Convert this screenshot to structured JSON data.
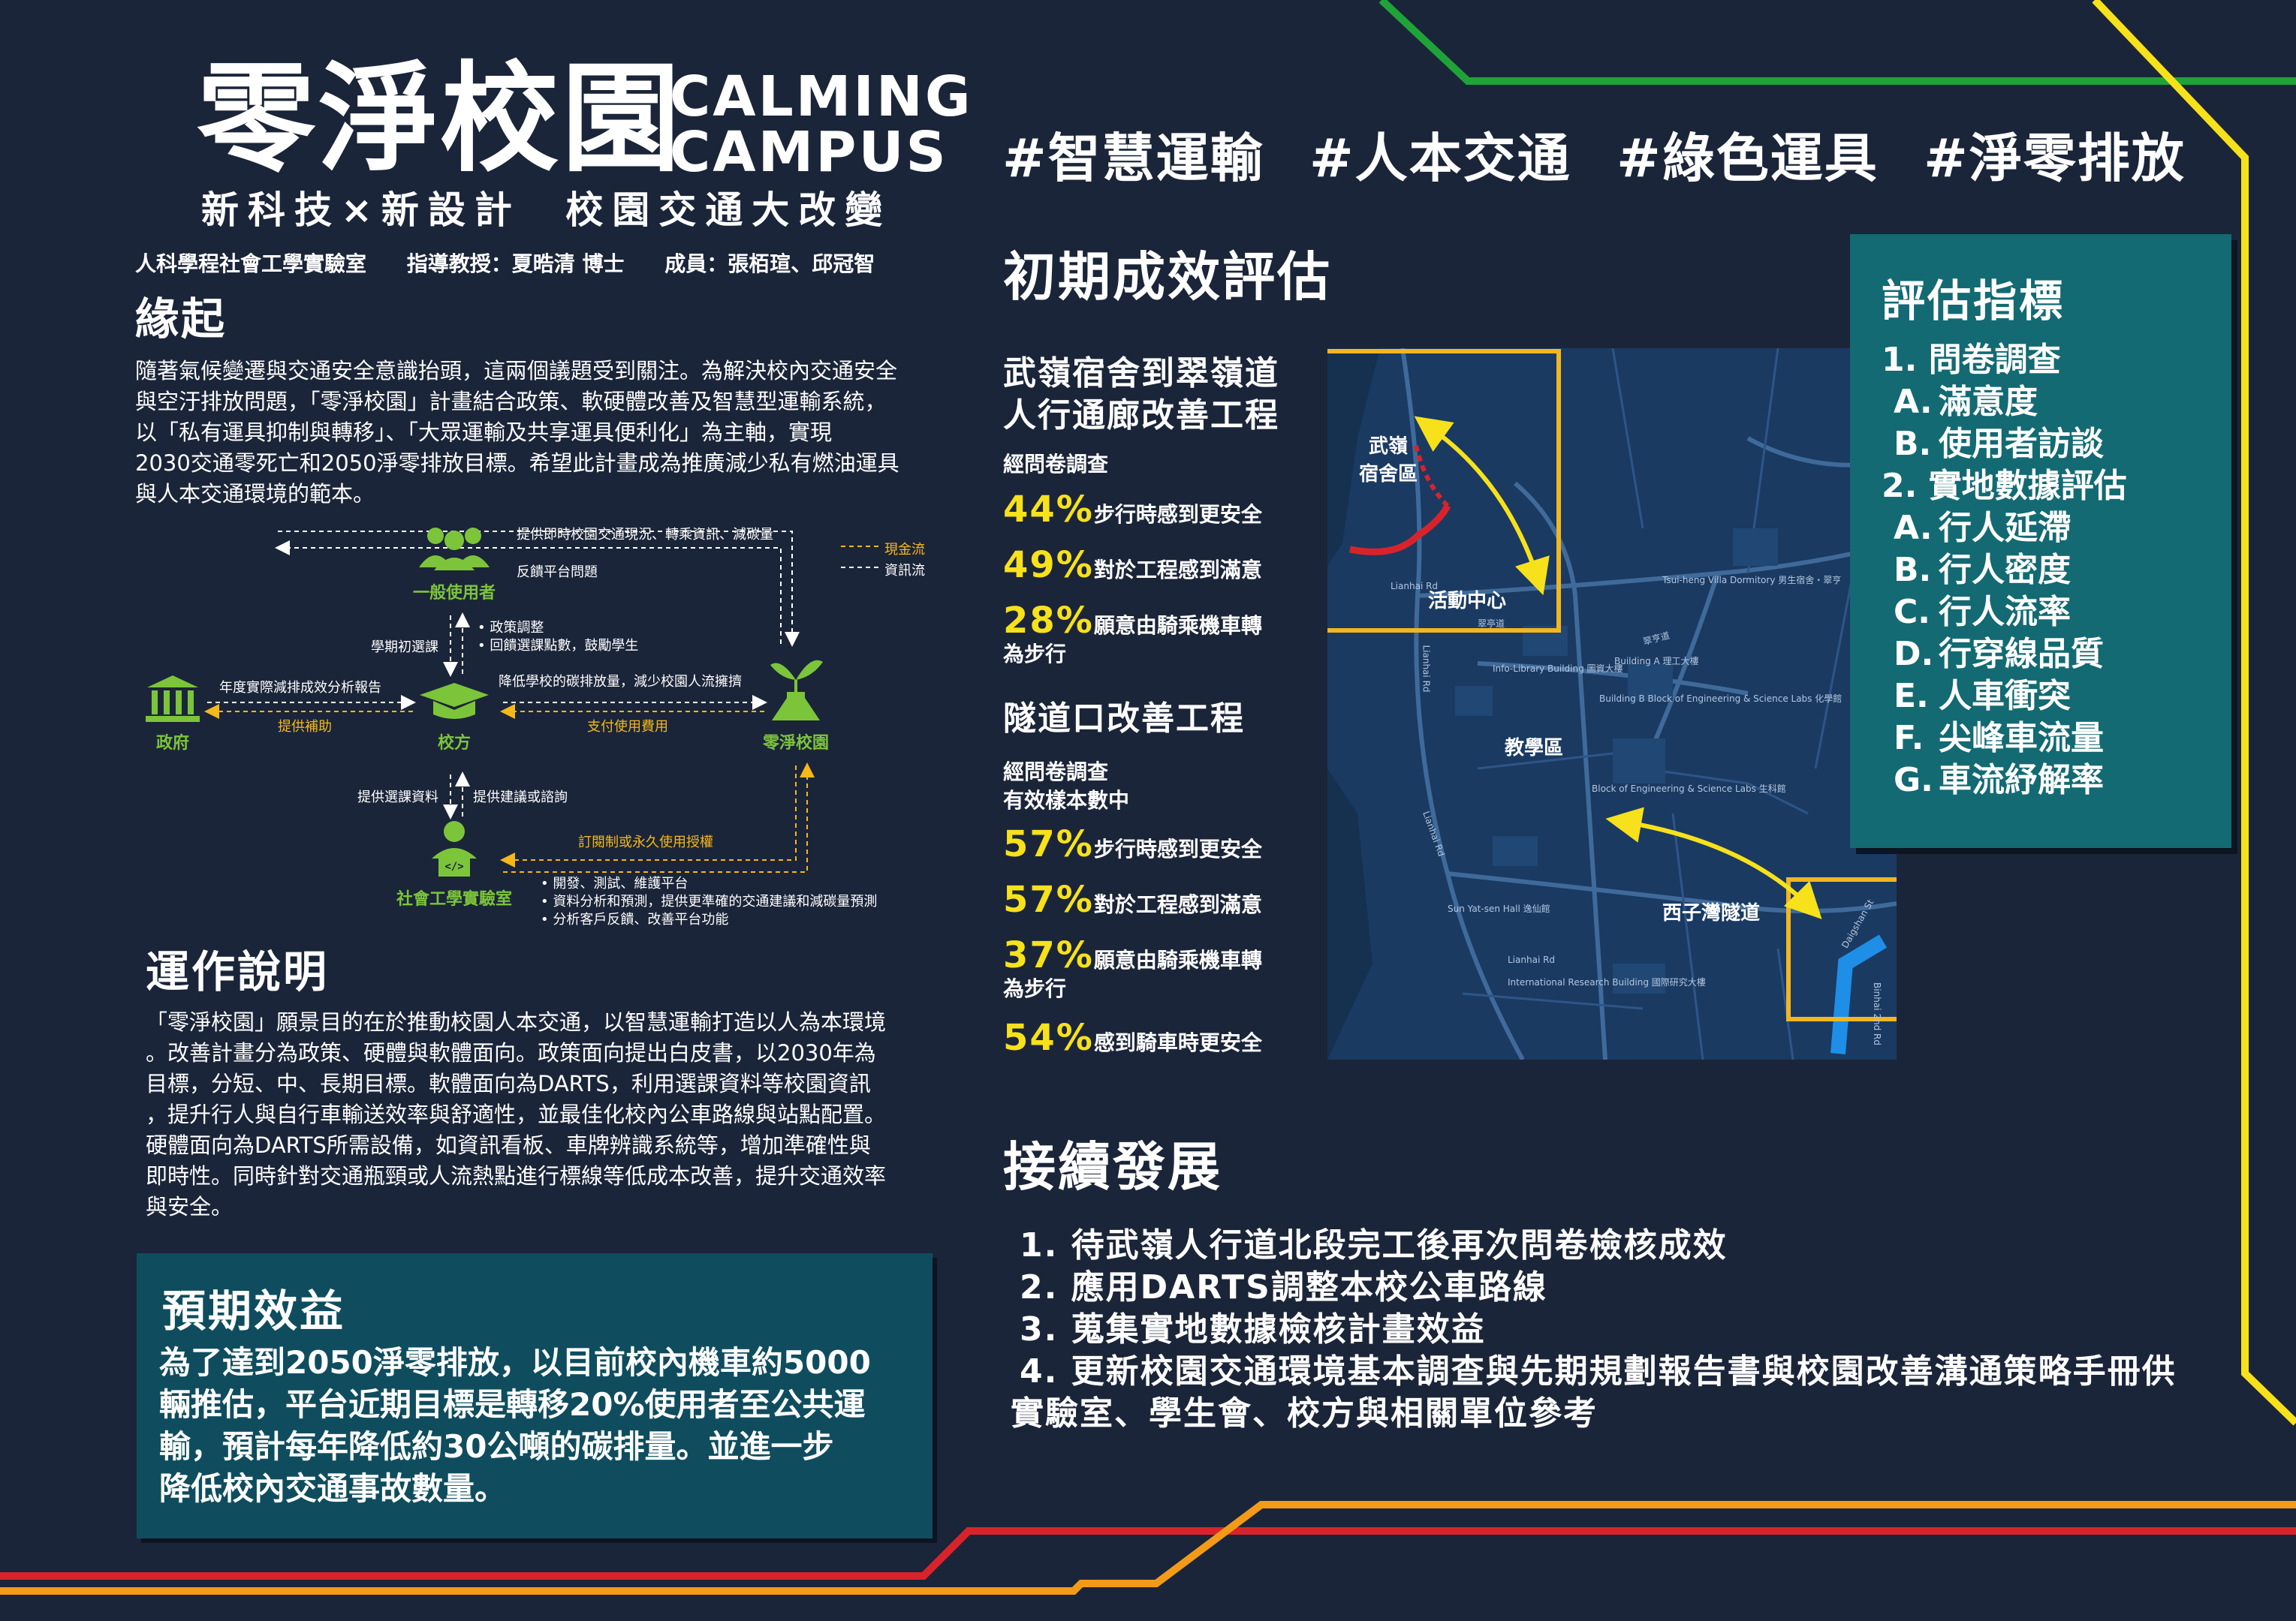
{
  "header": {
    "title_zh": "零淨校園",
    "title_en_line1": "CALMING",
    "title_en_line2": "CAMPUS",
    "subtitle": "新科技×新設計 校園交通大改變",
    "credits": [
      "人科學程社會工學實驗室",
      "指導教授：夏晧清 博士",
      "成員：張栢瑄、邱冠智"
    ],
    "hashtags": [
      "#智慧運輸",
      "#人本交通",
      "#綠色運具",
      "#淨零排放"
    ]
  },
  "origin": {
    "heading": "緣起",
    "lines": [
      "隨著氣候變遷與交通安全意識抬頭，這兩個議題受到關注。為解決校內交通安全",
      "與空汙排放問題，「零淨校園」計畫結合政策、軟硬體改善及智慧型運輸系統，",
      "以「私有運具抑制與轉移」、「大眾運輸及共享運具便利化」為主軸，實現",
      "2030交通零死亡和2050淨零排放目標。希望此計畫成為推廣減少私有燃油運具",
      "與人本交通環境的範本。"
    ]
  },
  "diagram": {
    "nodes": {
      "users": "一般使用者",
      "government": "政府",
      "school": "校方",
      "campus": "零淨校園",
      "lab": "社會工學實驗室"
    },
    "legend": {
      "money": "現金流",
      "info": "資訊流"
    },
    "labels": {
      "top_info": "提供即時校園交通現況、轉乘資訊、減碳量",
      "top_feedback": "反饋平台問題",
      "users_school_left": "學期初選課",
      "users_school_right_1": "政策調整",
      "users_school_right_2": "回饋選課點數，鼓勵學生",
      "gov_report": "年度實際減排成效分析報告",
      "gov_subsidy": "提供補助",
      "school_campus_info": "降低學校的碳排放量，減少校園人流擁擠",
      "school_campus_pay": "支付使用費用",
      "school_lab_left": "提供選課資料",
      "school_lab_right": "提供建議或諮詢",
      "campus_lab_license": "訂閱制或永久使用授權",
      "lab_tasks": [
        "開發、測試、維護平台",
        "資料分析和預測，提供更準確的交通建議和減碳量預測",
        "分析客戶反饋、改善平台功能"
      ]
    }
  },
  "operation": {
    "heading": "運作說明",
    "lines": [
      "「零淨校園」願景目的在於推動校園人本交通，以智慧運輸打造以人為本環境",
      "。改善計畫分為政策、硬體與軟體面向。政策面向提出白皮書，以2030年為",
      "目標，分短、中、長期目標。軟體面向為DARTS，利用選課資料等校園資訊",
      "，提升行人與自行車輸送效率與舒適性，並最佳化校內公車路線與站點配置。",
      "硬體面向為DARTS所需設備，如資訊看板、車牌辨識系統等，增加準確性與",
      "即時性。同時針對交通瓶頸或人流熱點進行標線等低成本改善，提升交通效率",
      "與安全。"
    ]
  },
  "benefit": {
    "heading": "預期效益",
    "lines": [
      "為了達到2050淨零排放，以目前校內機車約5000",
      "輛推估，平台近期目標是轉移20%使用者至公共運",
      "輸，預計每年降低約30公噸的碳排量。並進一步",
      "降低校內交通事故數量。"
    ]
  },
  "evaluation": {
    "heading": "初期成效評估",
    "project1": {
      "title_lines": [
        "武嶺宿舍到翠嶺道",
        "人行通廊改善工程"
      ],
      "note": "經問卷調查",
      "stats": [
        {
          "pct": "44%",
          "text": "步行時感到更安全",
          "extra": ""
        },
        {
          "pct": "49%",
          "text": "對於工程感到滿意",
          "extra": ""
        },
        {
          "pct": "28%",
          "text": "願意由騎乘機車轉",
          "extra": "為步行"
        }
      ]
    },
    "project2": {
      "title": "隧道口改善工程",
      "note_lines": [
        "經問卷調查",
        "有效樣本數中"
      ],
      "stats": [
        {
          "pct": "57%",
          "text": "步行時感到更安全",
          "extra": ""
        },
        {
          "pct": "57%",
          "text": "對於工程感到滿意",
          "extra": ""
        },
        {
          "pct": "37%",
          "text": "願意由騎乘機車轉",
          "extra": "為步行"
        },
        {
          "pct": "54%",
          "text": "感到騎車時更安全",
          "extra": ""
        }
      ]
    }
  },
  "map": {
    "labels": {
      "dorm_1": "武嶺",
      "dorm_2": "宿舍區",
      "activity": "活動中心",
      "teaching": "教學區",
      "tunnel": "西子灣隧道"
    },
    "small": {
      "lianhai_1": "Lianhai Rd",
      "lianhai_2": "Lianhai Rd",
      "lianhai_3": "Lianhai Rd",
      "lianhai_4": "Lianhai Rd",
      "library": "Info-Library Building 圖資大樓",
      "building_a": "Building A 理工大樓",
      "building_b": "Building B Block of Engineering & Science Labs 化學館",
      "building_c": "Block of Engineering & Science Labs 生科館",
      "dorm": "Tsui-heng Villa Dormitory 男生宿舍・翠亨",
      "sunyatsen": "Sun Yat-sen Hall 逸仙館",
      "research": "International Research Building 國際研究大樓",
      "cuiting": "翠亭道",
      "cuiheng": "翠亨道",
      "daigshan": "Daigshan St",
      "binhai": "Binhai 2nd Rd"
    }
  },
  "metrics": {
    "heading": "評估指標",
    "items": [
      {
        "num": "1.",
        "label": "問卷調查",
        "subs": [
          {
            "l": "A.",
            "t": "滿意度"
          },
          {
            "l": "B.",
            "t": "使用者訪談"
          }
        ]
      },
      {
        "num": "2.",
        "label": "實地數據評估",
        "subs": [
          {
            "l": "A.",
            "t": "行人延滯"
          },
          {
            "l": "B.",
            "t": "行人密度"
          },
          {
            "l": "C.",
            "t": "行人流率"
          },
          {
            "l": "D.",
            "t": "行穿線品質"
          },
          {
            "l": "E.",
            "t": "人車衝突"
          },
          {
            "l": "F.",
            "t": "尖峰車流量"
          },
          {
            "l": "G.",
            "t": "車流紓解率"
          }
        ]
      }
    ]
  },
  "next": {
    "heading": "接續發展",
    "items": [
      "1. 待武嶺人行道北段完工後再次問卷檢核成效",
      "2. 應用DARTS調整本校公車路線",
      "3. 蒐集實地數據檢核計畫效益",
      "4. 更新校園交通環境基本調查與先期規劃報告書與校園改善溝通策略手冊供",
      "實驗室、學生會、校方與相關單位參考"
    ]
  },
  "colors": {
    "background": "#1b2539",
    "accent_yellow": "#f7e11b",
    "accent_green": "#7cc43a",
    "metrics_box": "#136a73",
    "benefit_box": "#0f4d5e",
    "line_green": "#1fa338",
    "line_orange": "#f39b18",
    "line_red": "#d9232b"
  }
}
